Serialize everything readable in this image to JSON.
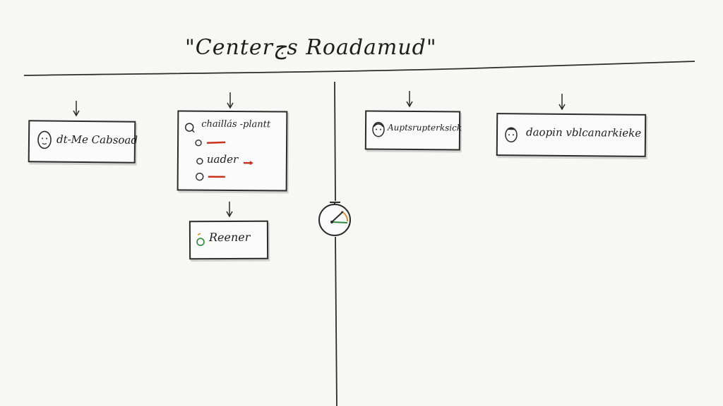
{
  "title": "\"Centerجs Roadamud\"",
  "cards": {
    "card1": {
      "label": "dt-Me Cabsoad"
    },
    "card2": {
      "header": "chaillás -plantt",
      "row2": "uader"
    },
    "card3": {
      "label": "Reener"
    },
    "card4": {
      "label": "Auptsrupterksick"
    },
    "card5": {
      "label": "daopin vblcanarkieke"
    }
  },
  "icons": [
    "face-icon",
    "stopwatch-icon",
    "arrow-down-icon",
    "circle-bullet-icon"
  ],
  "colors": {
    "ink": "#2b2b2b",
    "red": "#c8321e",
    "green": "#2e8b3c",
    "orange": "#e08a2e"
  }
}
